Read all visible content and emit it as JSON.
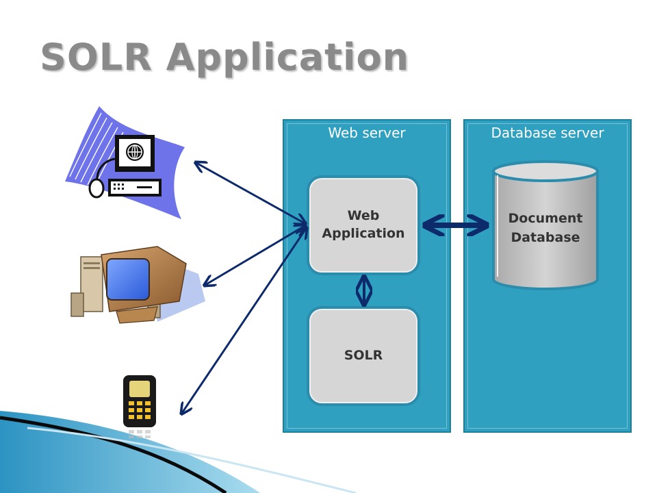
{
  "title": "SOLR Application",
  "servers": {
    "web_server_label": "Web server",
    "database_server_label": "Database server"
  },
  "components": {
    "web_application_line1": "Web",
    "web_application_line2": "Application",
    "solr": "SOLR",
    "database_line1": "Document",
    "database_line2": "Database"
  },
  "clients": [
    "internet-computer-icon",
    "desktop-computer-icon",
    "mobile-phone-icon"
  ],
  "colors": {
    "server_panel": "#30a0c0",
    "arrow": "#0d2a6b",
    "component_fill": "#d6d6d6",
    "title": "#8a8a8a"
  }
}
